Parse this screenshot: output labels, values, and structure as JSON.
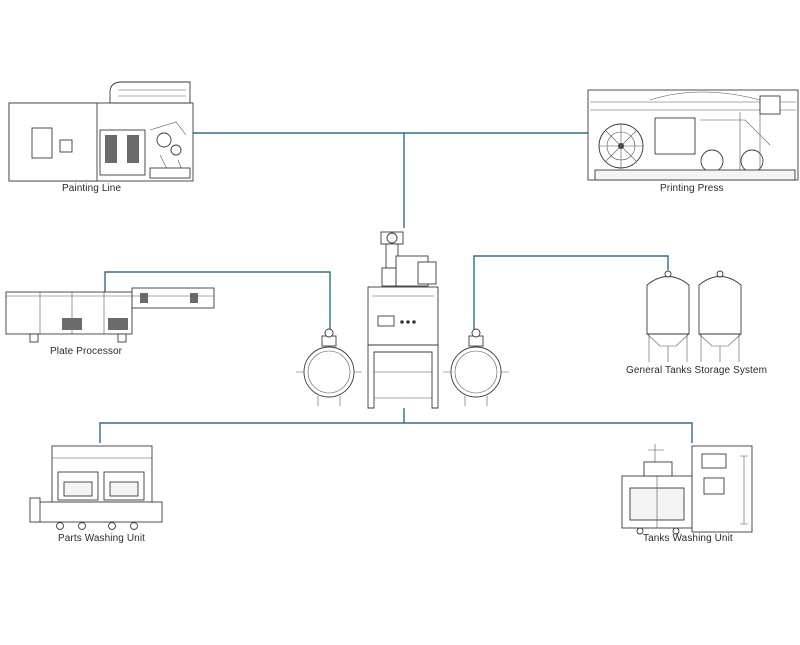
{
  "diagram": {
    "line_color": "#2f6e86",
    "nodes": {
      "painting_line": {
        "label": "Painting Line"
      },
      "printing_press": {
        "label": "Printing Press"
      },
      "plate_processor": {
        "label": "Plate Processor"
      },
      "general_tanks": {
        "label": "General Tanks Storage System"
      },
      "parts_washing": {
        "label": "Parts Washing Unit"
      },
      "tanks_washing": {
        "label": "Tanks Washing Unit"
      }
    }
  }
}
